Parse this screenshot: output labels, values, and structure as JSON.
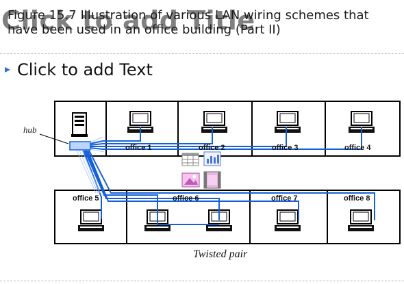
{
  "slide": {
    "title_placeholder": "Click to add Title",
    "caption": "Figure 15.7 Illustration of various LAN wiring schemes that have been used in an office building (Part II)",
    "body_placeholder": "Click to add Text"
  },
  "figure": {
    "hub_label": "hub",
    "office_labels": [
      "office 1",
      "office 2",
      "office 3",
      "office 4",
      "office 5",
      "office 6",
      "office 7",
      "office 8"
    ],
    "cable_label": "Twisted pair"
  },
  "insert_icons": [
    "table-icon",
    "chart-icon",
    "picture-icon",
    "media-icon"
  ],
  "colors": {
    "wire": "#1560d8",
    "accent": "#2f6fd0"
  }
}
